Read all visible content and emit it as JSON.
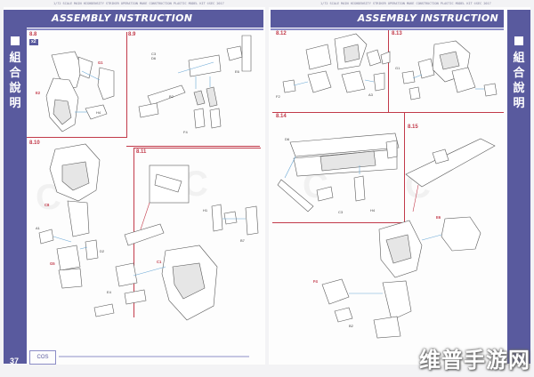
{
  "header": {
    "title_left": "ASSEMBLY INSTRUCTION",
    "title_right": "ASSEMBLY INSTRUCTION",
    "topline_left": "1/72 SCALE MAIN HIGHDENSITY STRIKER OPERATION MAKE CONSTRUCTION PLASTIC MODEL KIT ©SEC 2017",
    "topline_right": "1/72 SCALE MAIN HIGHDENSITY STRIKER OPERATION MAKE CONSTRUCTION PLASTIC MODEL KIT ©SEC 2017"
  },
  "sidebar": {
    "left_text": "組合說明",
    "right_text": "組合說明"
  },
  "footer": {
    "page_left": "37",
    "logo_text": "COS"
  },
  "steps": {
    "s88": "8.8",
    "s89": "8.9",
    "s810": "8.10",
    "s811": "8.11",
    "s812": "8.12",
    "s813": "8.13",
    "s814": "8.14",
    "s815": "8.15",
    "x2": "x2"
  },
  "part_codes": {
    "a": "E2",
    "b": "G1",
    "c": "H4",
    "d": "C3",
    "e": "D6",
    "f": "B2",
    "g": "E6",
    "h": "F4",
    "i": "C8",
    "j": "A1",
    "k": "G5",
    "l": "D2",
    "m": "H1",
    "n": "B7",
    "o": "C1",
    "p": "E4",
    "q": "F2",
    "r": "A3"
  },
  "watermark": "维普手游网"
}
